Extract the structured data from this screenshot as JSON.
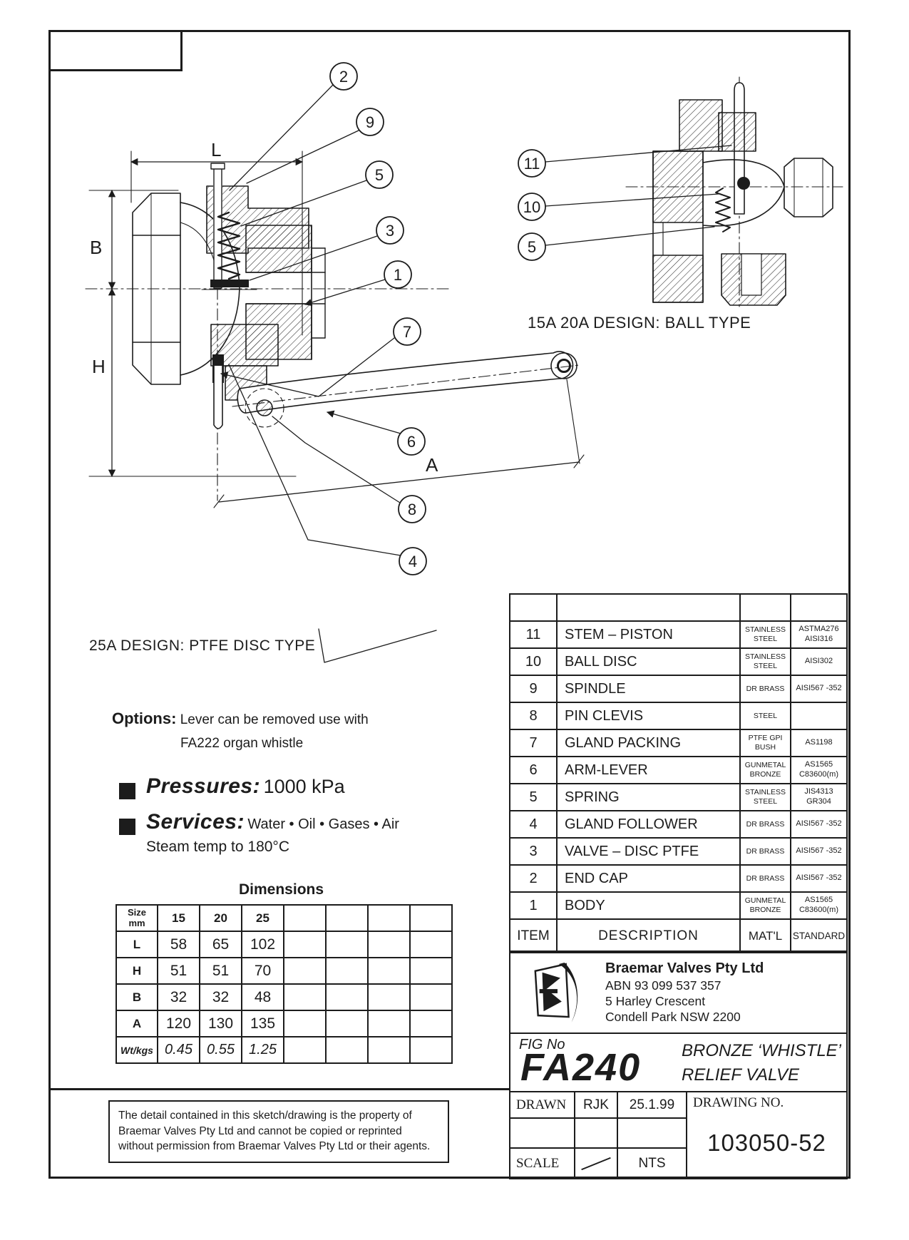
{
  "colors": {
    "ink": "#1c1c1c",
    "paper": "#ffffff"
  },
  "drawings": {
    "main": {
      "caption": "25A DESIGN: PTFE DISC TYPE",
      "dim_labels": [
        "L",
        "B",
        "H",
        "A"
      ],
      "callouts": [
        "2",
        "9",
        "5",
        "3",
        "1",
        "7",
        "6",
        "8",
        "4"
      ]
    },
    "ball": {
      "caption": "15A 20A DESIGN: BALL TYPE",
      "callouts": [
        "11",
        "10",
        "5"
      ]
    }
  },
  "options": {
    "label": "Options:",
    "line1": "Lever can be removed use with",
    "line2": "FA222 organ whistle"
  },
  "specs": {
    "pressures_label": "Pressures:",
    "pressures_value": "1000 kPa",
    "services_label": "Services:",
    "services_value": "Water • Oil • Gases • Air",
    "services_note": "Steam temp to 180°C"
  },
  "dims": {
    "title": "Dimensions",
    "size_label_line1": "Size",
    "size_label_line2": "mm",
    "sizes": [
      "15",
      "20",
      "25"
    ],
    "rows": [
      {
        "label": "L",
        "values": [
          "58",
          "65",
          "102"
        ]
      },
      {
        "label": "H",
        "values": [
          "51",
          "51",
          "70"
        ]
      },
      {
        "label": "B",
        "values": [
          "32",
          "32",
          "48"
        ]
      },
      {
        "label": "A",
        "values": [
          "120",
          "130",
          "135"
        ]
      },
      {
        "label": "Wt/kgs",
        "values": [
          "0.45",
          "0.55",
          "1.25"
        ]
      }
    ]
  },
  "parts": {
    "footer": {
      "item": "ITEM",
      "description": "DESCRIPTION",
      "material": "MAT'L",
      "standard": "STANDARD"
    },
    "rows": [
      {
        "item": "11",
        "description": "STEM – PISTON",
        "material": "STAINLESS STEEL",
        "standard": "ASTMA276 AISI316"
      },
      {
        "item": "10",
        "description": "BALL DISC",
        "material": "STAINLESS STEEL",
        "standard": "AISI302"
      },
      {
        "item": "9",
        "description": "SPINDLE",
        "material": "DR BRASS",
        "standard": "AISI567 -352"
      },
      {
        "item": "8",
        "description": "PIN CLEVIS",
        "material": "STEEL",
        "standard": ""
      },
      {
        "item": "7",
        "description": "GLAND PACKING",
        "material": "PTFE GPI BUSH",
        "standard": "AS1198"
      },
      {
        "item": "6",
        "description": "ARM-LEVER",
        "material": "GUNMETAL BRONZE",
        "standard": "AS1565 C83600(m)"
      },
      {
        "item": "5",
        "description": "SPRING",
        "material": "STAINLESS STEEL",
        "standard": "JIS4313 GR304"
      },
      {
        "item": "4",
        "description": "GLAND FOLLOWER",
        "material": "DR BRASS",
        "standard": "AISI567 -352"
      },
      {
        "item": "3",
        "description": "VALVE – DISC PTFE",
        "material": "DR BRASS",
        "standard": "AISI567 -352"
      },
      {
        "item": "2",
        "description": "END CAP",
        "material": "DR BRASS",
        "standard": "AISI567 -352"
      },
      {
        "item": "1",
        "description": "BODY",
        "material": "GUNMETAL BRONZE",
        "standard": "AS1565 C83600(m)"
      }
    ]
  },
  "company": {
    "name": "Braemar Valves Pty Ltd",
    "abn": "ABN 93 099 537 357",
    "address1": "5 Harley Crescent",
    "address2": "Condell Park  NSW  2200"
  },
  "title_block": {
    "fig_label": "FIG No",
    "fig_number": "FA240",
    "product_line1": "BRONZE ‘WHISTLE’",
    "product_line2": "RELIEF VALVE",
    "drawn_label": "DRAWN",
    "drawn_by": "RJK",
    "drawn_date": "25.1.99",
    "drawing_no_label": "DRAWING NO.",
    "drawing_no": "103050-52",
    "scale_label": "SCALE",
    "scale_value": "NTS"
  },
  "disclaimer": "The detail contained in this sketch/drawing is the property of Braemar Valves Pty Ltd and cannot be copied or reprinted without permission from Braemar Valves Pty Ltd or their agents."
}
